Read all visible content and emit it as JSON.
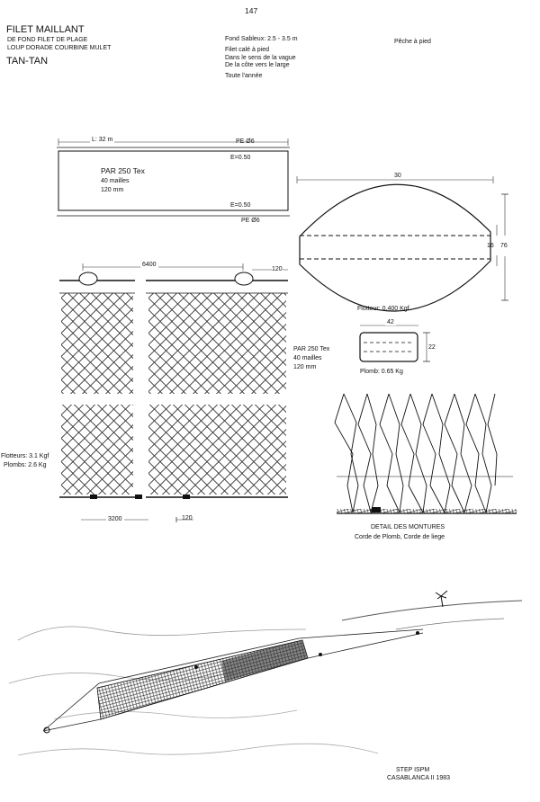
{
  "page_number": "147",
  "header": {
    "title": "FILET MAILLANT",
    "line2": "DE FOND FILET DE PLAGE",
    "line3": "LOUP DORADE COURBINE MULET",
    "location": "TAN-TAN"
  },
  "notes": {
    "l1": "Fond Sableux: 2.5 - 3.5 m",
    "l2": "Filet calé à pied",
    "l3": "Dans le sens de la vague",
    "l4": "De la côte vers le large",
    "l5": "Toute l'année"
  },
  "fishing_type": "Pêche à pied",
  "net_plan": {
    "length_label": "L: 32 m",
    "top_rope": "PE Ø6",
    "bottom_rope": "PE Ø6",
    "e_top": "E=0.50",
    "e_bottom": "E=0.50",
    "material": "PAR 250 Tex",
    "meshes": "40 mailles",
    "mesh_size": "120 mm"
  },
  "float": {
    "width": "30",
    "inner_height": "16",
    "height": "76",
    "label": "Flotteur: 0.400 Kgf"
  },
  "lead": {
    "width": "42",
    "height": "22",
    "label": "Plomb: 0.65 Kg"
  },
  "net_detail": {
    "top_spacing": "6400",
    "float_step": "120",
    "material": "PAR 250 Tex",
    "meshes": "40 mailles",
    "mesh_size": "120 mm",
    "floats": "Flotteurs: 3.1 Kgf",
    "leads": "Plombs: 2.6 Kg",
    "bottom_spacing": "3200",
    "lead_step": "120"
  },
  "mountings": {
    "title": "DETAIL DES MONTURES",
    "subtitle": "Corde de Plomb, Corde de liege"
  },
  "credit": {
    "line1": "STEP ISPM",
    "line2": "CASABLANCA II 1983"
  }
}
